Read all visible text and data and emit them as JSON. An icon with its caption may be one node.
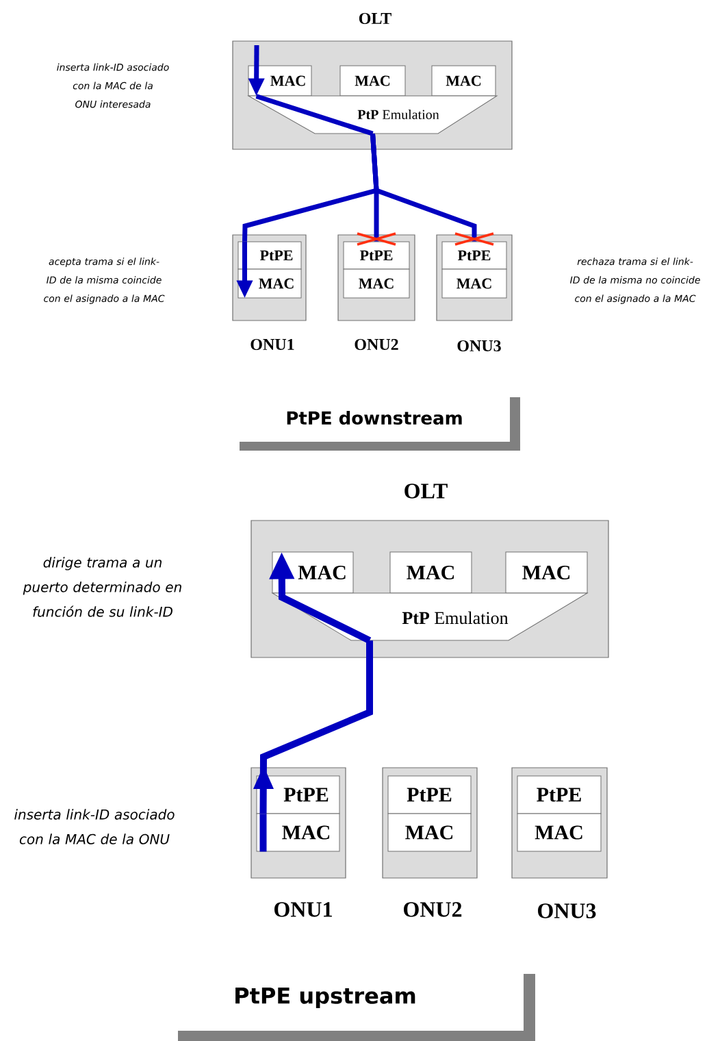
{
  "diagram": {
    "nodes": [
      {
        "text": [
          "OLT"
        ]
      },
      {
        "text": [
          "MAC"
        ],
        "in": 0
      },
      {
        "text": [
          "MAC"
        ],
        "in": 0
      },
      {
        "text": [
          "MAC"
        ],
        "in": 0
      },
      {
        "text": [
          "**PtP** Emulation"
        ],
        "in": 0
      },
      {
        "text": [
          "ONU1"
        ]
      },
      {
        "text": [
          "PtPE"
        ],
        "in": 5
      },
      {
        "text": [
          "MAC"
        ],
        "in": 5
      },
      {
        "text": [
          "ONU2"
        ]
      },
      {
        "text": [
          "PtPE"
        ],
        "in": 8
      },
      {
        "text": [
          "MAC"
        ],
        "in": 8
      },
      {
        "text": [
          "ONU3"
        ]
      },
      {
        "text": [
          "PtPE"
        ],
        "in": 11
      },
      {
        "text": [
          "MAC"
        ],
        "in": 11
      },
      {
        "text": [
          "OLT"
        ]
      },
      {
        "text": [
          "MAC"
        ],
        "in": 14
      },
      {
        "text": [
          "MAC"
        ],
        "in": 14
      },
      {
        "text": [
          "MAC"
        ],
        "in": 14
      },
      {
        "text": [
          "**PtP** Emulation"
        ],
        "in": 14
      },
      {
        "text": [
          "ONU1"
        ]
      },
      {
        "text": [
          "PtPE"
        ],
        "in": 19
      },
      {
        "text": [
          "MAC"
        ],
        "in": 19
      },
      {
        "text": [
          "ONU2"
        ]
      },
      {
        "text": [
          "PtPE"
        ],
        "in": 22
      },
      {
        "text": [
          "MAC"
        ],
        "in": 22
      },
      {
        "text": [
          "ONU3"
        ]
      },
      {
        "text": [
          "PtPE"
        ],
        "in": 25
      },
      {
        "text": [
          "MAC"
        ],
        "in": 25
      }
    ],
    "edges": [
      {
        "from": null,
        "to": 1,
        "arrow": "to"
      },
      {
        "from": 1,
        "to": 4,
        "arrow": "none"
      },
      {
        "from": 4,
        "to": 6,
        "arrow": "none"
      },
      {
        "from": 6,
        "to": 7,
        "arrow": "to"
      },
      {
        "from": 4,
        "to": 9,
        "arrow": "none"
      },
      {
        "from": 4,
        "to": 12,
        "arrow": "none"
      },
      {
        "from": 21,
        "to": 20,
        "arrow": "none"
      },
      {
        "from": 20,
        "to": 18,
        "arrow": "to"
      },
      {
        "from": 18,
        "to": 15,
        "arrow": "to"
      }
    ],
    "labels": [
      "inserta link-ID asociado con la MAC de la ONU interesada",
      "acepta trama si el link-ID de la misma coincide con el asignado a la MAC",
      "rechaza trama si el link-ID de la misma no coincide con el asignado a la MAC",
      "PtPE downstream",
      "dirige trama a un puerto determinado en función de su link-ID",
      "inserta link-ID asociado con la MAC de la ONU",
      "PtPE upstream"
    ]
  }
}
